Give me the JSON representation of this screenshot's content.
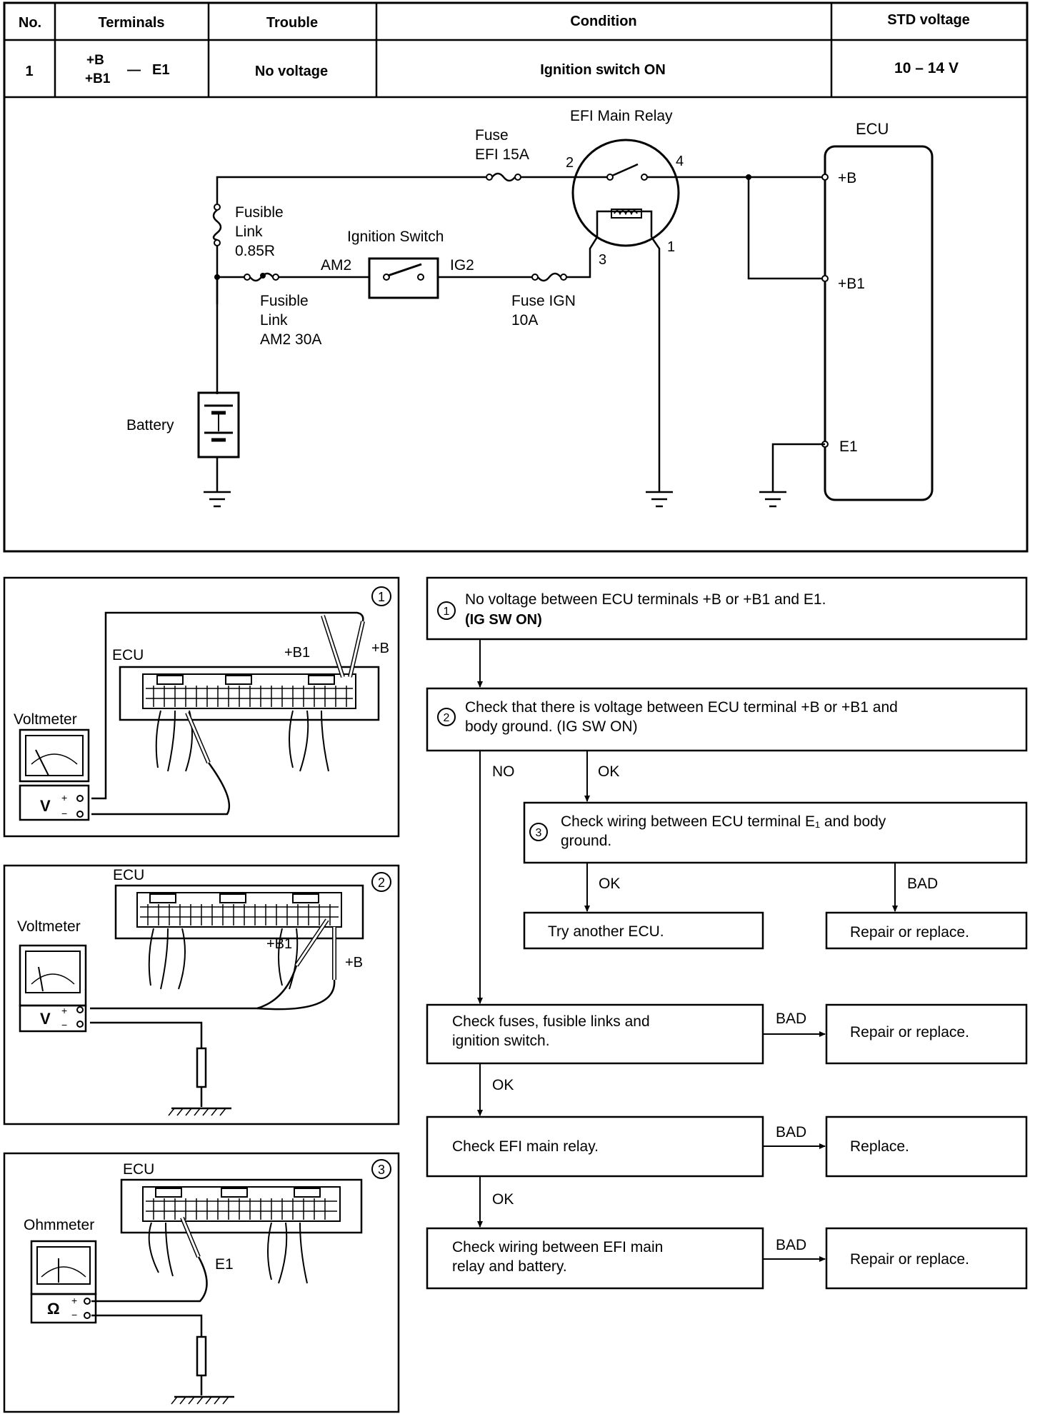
{
  "table": {
    "headers": [
      "No.",
      "Terminals",
      "Trouble",
      "Condition",
      "STD voltage"
    ],
    "row": {
      "no": "1",
      "terminal_b": "+B",
      "terminal_b1": "+B1",
      "terminal_dash": "—",
      "terminal_e1": "E1",
      "trouble": "No voltage",
      "condition": "Ignition switch ON",
      "std_voltage": "10 – 14 V"
    }
  },
  "circuit": {
    "fuse_efi_label": "Fuse",
    "fuse_efi_value": "EFI 15A",
    "relay_title": "EFI Main Relay",
    "pin_2": "2",
    "pin_4": "4",
    "pin_3": "3",
    "pin_1": "1",
    "ecu_label": "ECU",
    "ecu_b": "+B",
    "ecu_b1": "+B1",
    "ecu_e1": "E1",
    "fusible_link_1_l1": "Fusible",
    "fusible_link_1_l2": "Link",
    "fusible_link_1_l3": "0.85R",
    "ignition_switch_label": "Ignition Switch",
    "am2": "AM2",
    "ig2": "IG2",
    "fusible_link_2_l1": "Fusible",
    "fusible_link_2_l2": "Link",
    "fusible_link_2_l3": "AM2 30A",
    "fuse_ign_l1": "Fuse IGN",
    "fuse_ign_l2": "10A",
    "battery_label": "Battery"
  },
  "illustrations": {
    "p1": {
      "num": "1",
      "ecu": "ECU",
      "b1": "+B1",
      "b": "+B",
      "meter": "Voltmeter",
      "meter_sym": "V"
    },
    "p2": {
      "num": "2",
      "ecu": "ECU",
      "b1": "+B1",
      "b": "+B",
      "meter": "Voltmeter",
      "meter_sym": "V"
    },
    "p3": {
      "num": "3",
      "ecu": "ECU",
      "e1": "E1",
      "meter": "Ohmmeter",
      "meter_sym": "Ω"
    },
    "plus": "+",
    "minus": "−"
  },
  "flow": {
    "step1_num": "1",
    "step1_l1": "No voltage between ECU terminals +B or +B1 and E1.",
    "step1_l2": "(IG SW ON)",
    "step2_num": "2",
    "step2_l1": "Check that there is voltage between ECU terminal +B or +B1 and",
    "step2_l2": "body ground. (IG SW ON)",
    "no": "NO",
    "ok": "OK",
    "bad": "BAD",
    "step3_num": "3",
    "step3_l1": "Check wiring between ECU terminal E₁ and body",
    "step3_l2": "ground.",
    "try_ecu": "Try another ECU.",
    "repair": "Repair or replace.",
    "fuses_l1": "Check fuses, fusible links and",
    "fuses_l2": "ignition switch.",
    "relay": "Check EFI main relay.",
    "replace": "Replace.",
    "wiring_l1": "Check wiring between EFI main",
    "wiring_l2": "relay and battery."
  }
}
